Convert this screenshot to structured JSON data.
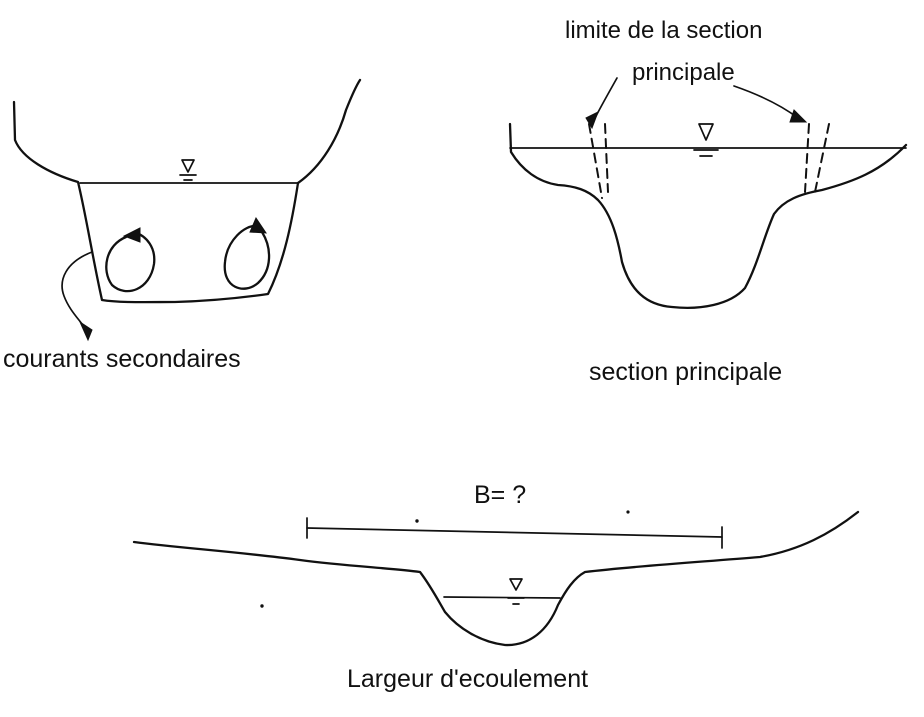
{
  "labels": {
    "secondary_currents": "courants secondaires",
    "section_limit": "limite de la section",
    "principale": "principale",
    "main_section": "section principale",
    "width_formula": "B= ?",
    "flow_width": "Largeur d'ecoulement"
  }
}
